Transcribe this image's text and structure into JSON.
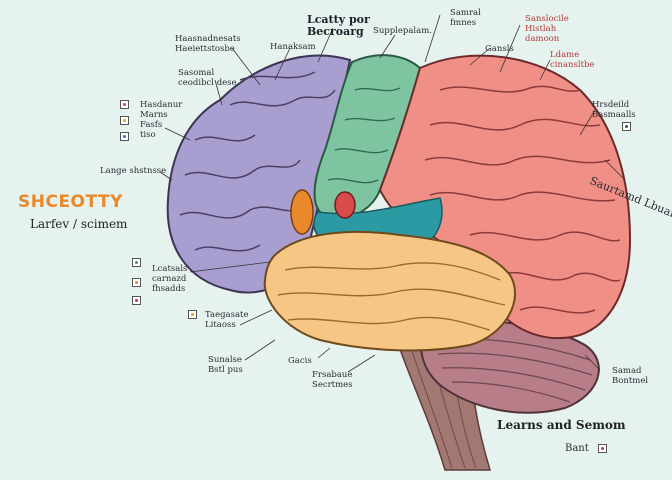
{
  "title": "Lcatty por\nBecroarg",
  "labels": {
    "top_center": "Supplepalam.",
    "top_right_1": "Samral\nfmnes",
    "top_right_red": "Sanslocile\nHistlah\ndamoon",
    "top_right_2": "Gansls",
    "right_red_2": "Ldame\ncinansltbe",
    "upper_left_1": "Haasnadnesats\nHaeiettstosbe",
    "upper_left_2": "Hanaksam",
    "left_mid": "Sasomal\nceodibcl dese",
    "icon_list": "Hasdanur\nMarns\nFasfs\ntiso",
    "left_small": "Lange shstnsse",
    "right_1": "Hrsdeild\nBasmaalls",
    "right_big": "Saurtamd Lbuanatme",
    "icons_lower": "Lcatsals\ncarnazd\nfhsadds",
    "lower_icon_2": "Taegasate\nLitaoss",
    "bottom_left": "Sunalse\nBstl pus",
    "bottom_mid_1": "Gacis",
    "bottom_mid_2": "Frsabaue\nSecrtmes",
    "right_low": "Samad\nBontmel",
    "bottom_right": "Bant"
  },
  "headlines": {
    "orange": "SHCEOTTY",
    "sub": "Larfev / scimem",
    "learns": "Learns and Semom"
  },
  "colors": {
    "frontal": "#f08f86",
    "parietal_green": "#7fc4a0",
    "occipital_purple": "#a99ed0",
    "temporal_orange": "#f6c685",
    "teal_band": "#2b9aa3",
    "cerebellum": "#b77e8a",
    "brainstem": "#a27872",
    "accent_orange": "#e9892b"
  },
  "icons": [
    "alert-icon",
    "bulb-icon",
    "chart-icon",
    "book-icon",
    "flag-icon",
    "tag-icon",
    "note-icon"
  ]
}
